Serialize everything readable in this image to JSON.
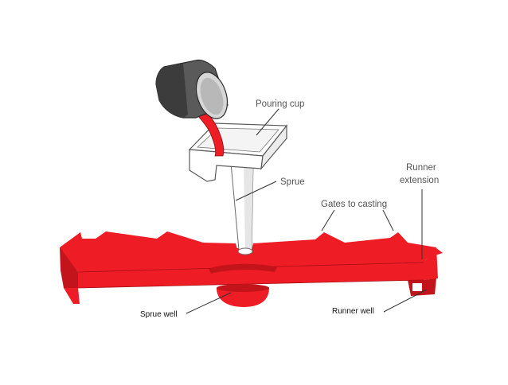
{
  "labels": {
    "pouring_cup": "Pouring cup",
    "sprue": "Sprue",
    "runner_extension_line1": "Runner",
    "runner_extension_line2": "extension",
    "gates_to_casting": "Gates to casting",
    "sprue_well": "Sprue well",
    "runner_well": "Runner well"
  },
  "colors": {
    "metal": "#ee1c24",
    "metal_dark": "#c4141b",
    "metal_shadow": "#a80f15",
    "ladle": "#5a5a5a",
    "ladle_dark": "#3c3c3c",
    "ladle_rim": "#d6d6d6",
    "cup_fill": "#ffffff",
    "outline": "#555555"
  }
}
